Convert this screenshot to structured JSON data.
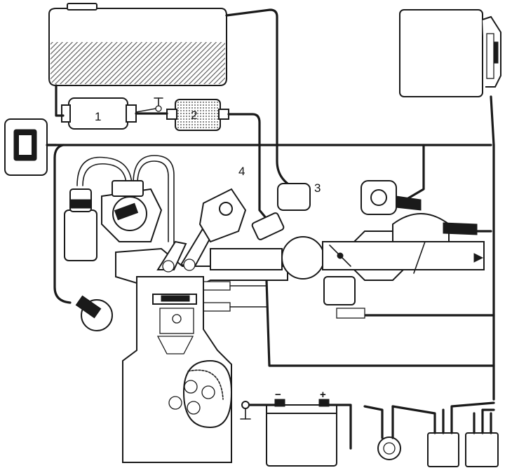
{
  "callouts": {
    "fuel_pump": "1",
    "fuel_filter": "2",
    "pressure_regulator": "3",
    "injector": "4"
  },
  "battery": {
    "negative": "−",
    "positive": "+"
  },
  "ground_symbol": "⊥",
  "colors": {
    "ink": "#1a1a1a",
    "paper": "#ffffff",
    "hatch": "#555555"
  }
}
